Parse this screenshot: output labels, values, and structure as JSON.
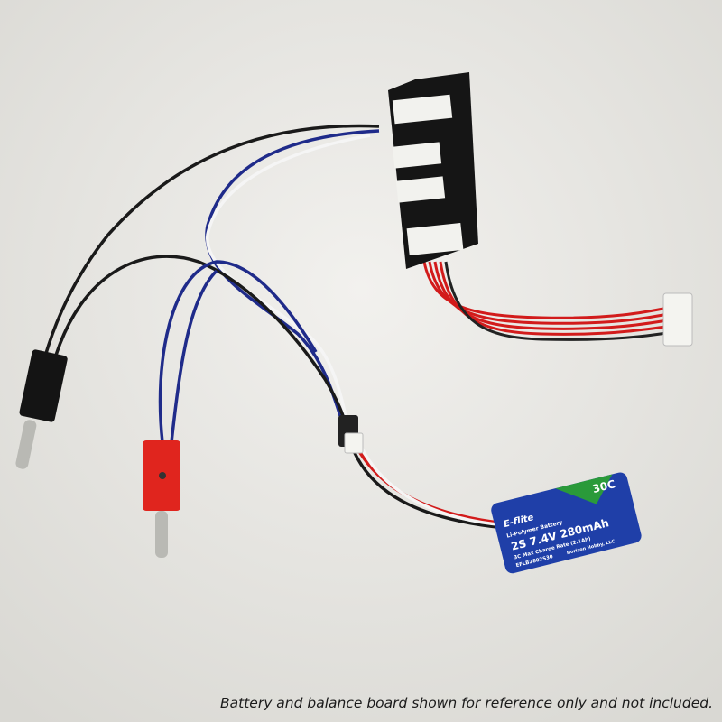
{
  "caption": "Battery and balance board shown for reference only and not included.",
  "battery_label": {
    "brand": "E-flite",
    "type": "Li-Polymer Battery",
    "spec": "2S 7.4V 280mAh",
    "rating": "30C",
    "charge": "3C Max Charge Rate (2.1Ah)",
    "company": "Horizon Hobby, LLC",
    "part": "EFLB2802S30"
  },
  "colors": {
    "background": "#e9e8e4",
    "battery": "#1f3fa8",
    "rating_badge": "#2a9a3a",
    "board": "#151515",
    "red_lead": "#d21b1b"
  }
}
